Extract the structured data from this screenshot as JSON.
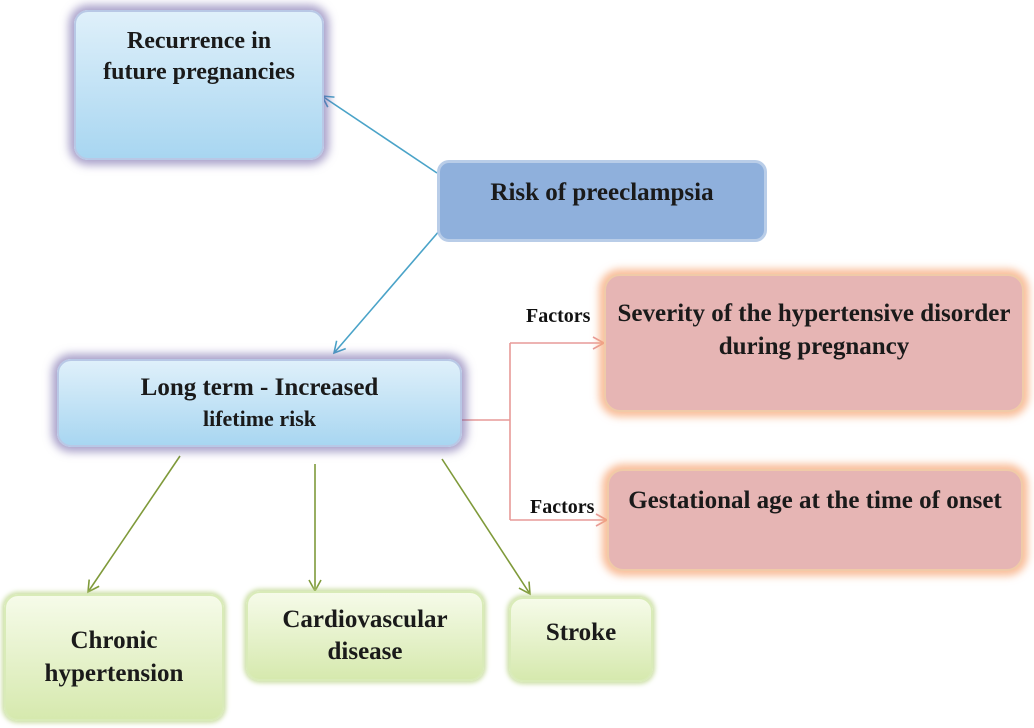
{
  "nodes": {
    "recurrence": "Recurrence in future pregnancies",
    "risk": "Risk of preeclampsia",
    "longterm_line1": "Long term - Increased",
    "longterm_line2": "lifetime risk",
    "severity": "Severity of the hypertensive disorder during pregnancy",
    "gestational": "Gestational age at the time of onset",
    "chronic": "Chronic hypertension",
    "cardio": "Cardiovascular disease",
    "stroke": "Stroke"
  },
  "labels": {
    "factors_1": "Factors",
    "factors_2": "Factors"
  },
  "colors": {
    "blue_arrow": "#4aa3c8",
    "green_arrow": "#7f9a3a",
    "red_arrow": "#e79a98"
  }
}
